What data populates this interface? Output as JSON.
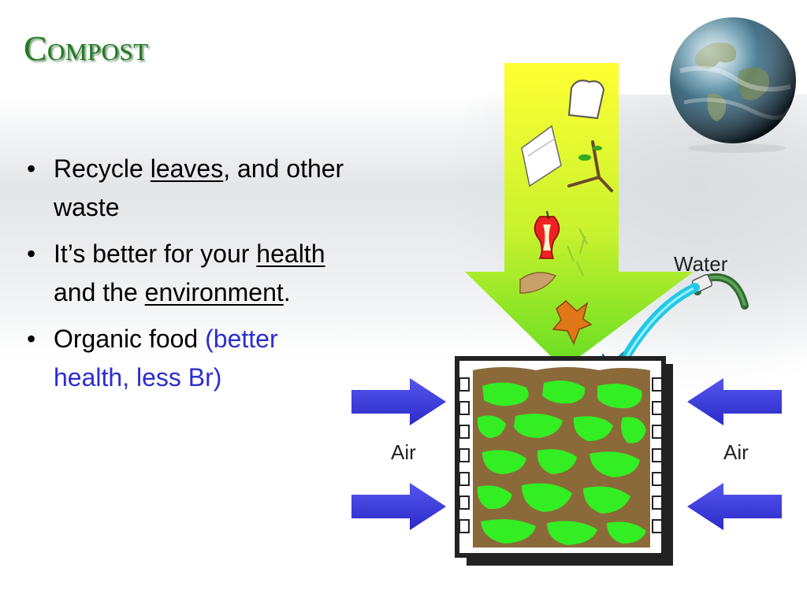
{
  "slide": {
    "title": "Compost",
    "bullets": {
      "b1": {
        "text1": "Recycle ",
        "link1": "leaves",
        "text2": ", and other waste"
      },
      "b2": {
        "text1": "It’s better for your ",
        "link1": "health",
        "text2": " and the ",
        "link2": "environment",
        "text3": "."
      },
      "b3": {
        "text1": "Organic food ",
        "aside": "(better health, less Br)"
      },
      "marker": "•"
    }
  },
  "diagram": {
    "water_label": "Water",
    "air_left_label": "Air",
    "air_right_label": "Air",
    "colors": {
      "title": "#1e7a1e",
      "arrow_top": "#ffff33",
      "arrow_bottom": "#66dd22",
      "compost_soil": "#8b6a3a",
      "compost_green": "#33ee22",
      "air_arrow": "#3535d8",
      "water": "#22c8e8",
      "aside_text": "#2d2dd0"
    }
  }
}
